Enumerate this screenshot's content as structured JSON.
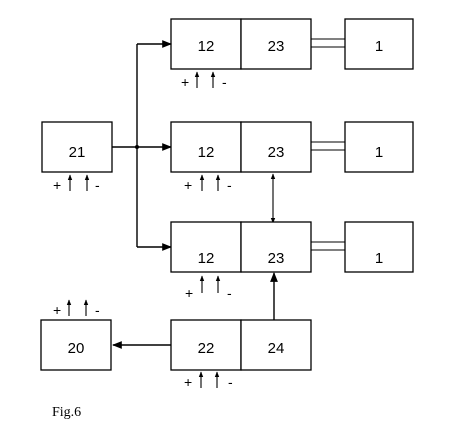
{
  "blocks": {
    "b12_top": "12",
    "b23_top": "23",
    "b1_top": "1",
    "b21": "21",
    "b12_mid": "12",
    "b23_mid": "23",
    "b1_mid": "1",
    "b12_low": "12",
    "b23_low": "23",
    "b1_low": "1",
    "b20": "20",
    "b22": "22",
    "b24": "24"
  },
  "signs": {
    "plus": "+",
    "minus": "-"
  },
  "caption": "Fig.6"
}
